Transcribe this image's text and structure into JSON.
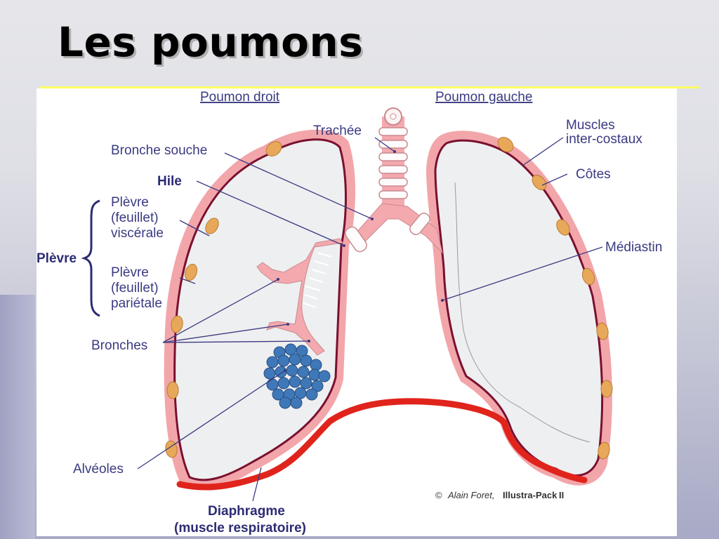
{
  "slide": {
    "title": "Les poumons"
  },
  "diagram": {
    "headers": {
      "right_lung": "Poumon droit",
      "left_lung": "Poumon gauche"
    },
    "labels": {
      "trachea": "Trachée",
      "main_bronchus": "Bronche souche",
      "hilum": "Hile",
      "visceral_line1": "Plèvre",
      "visceral_line2": "(feuillet)",
      "visceral_line3": "viscérale",
      "pleura": "Plèvre",
      "parietal_line1": "Plèvre",
      "parietal_line2": "(feuillet)",
      "parietal_line3": "pariétale",
      "bronchi": "Bronches",
      "alveoli": "Alvéoles",
      "intercostal_line1": "Muscles",
      "intercostal_line2": "inter-costaux",
      "ribs": "Côtes",
      "mediastinum": "Médiastin",
      "diaphragm_line1": "Diaphragme",
      "diaphragm_line2": "(muscle respiratoire)"
    },
    "credit": {
      "symbol": "©",
      "author": "Alain Foret,",
      "product": "Illustra-Pack",
      "edition": "II"
    },
    "colors": {
      "label_text": "#3a3a82",
      "lung_fill": "#eeeff0",
      "lung_outline": "#7a1030",
      "pleura": "#f2a6aa",
      "airway": "#f4a9ae",
      "rib": "#e8a85a",
      "diaphragm": "#e0241c",
      "alveoli": "#3f78b8"
    }
  }
}
